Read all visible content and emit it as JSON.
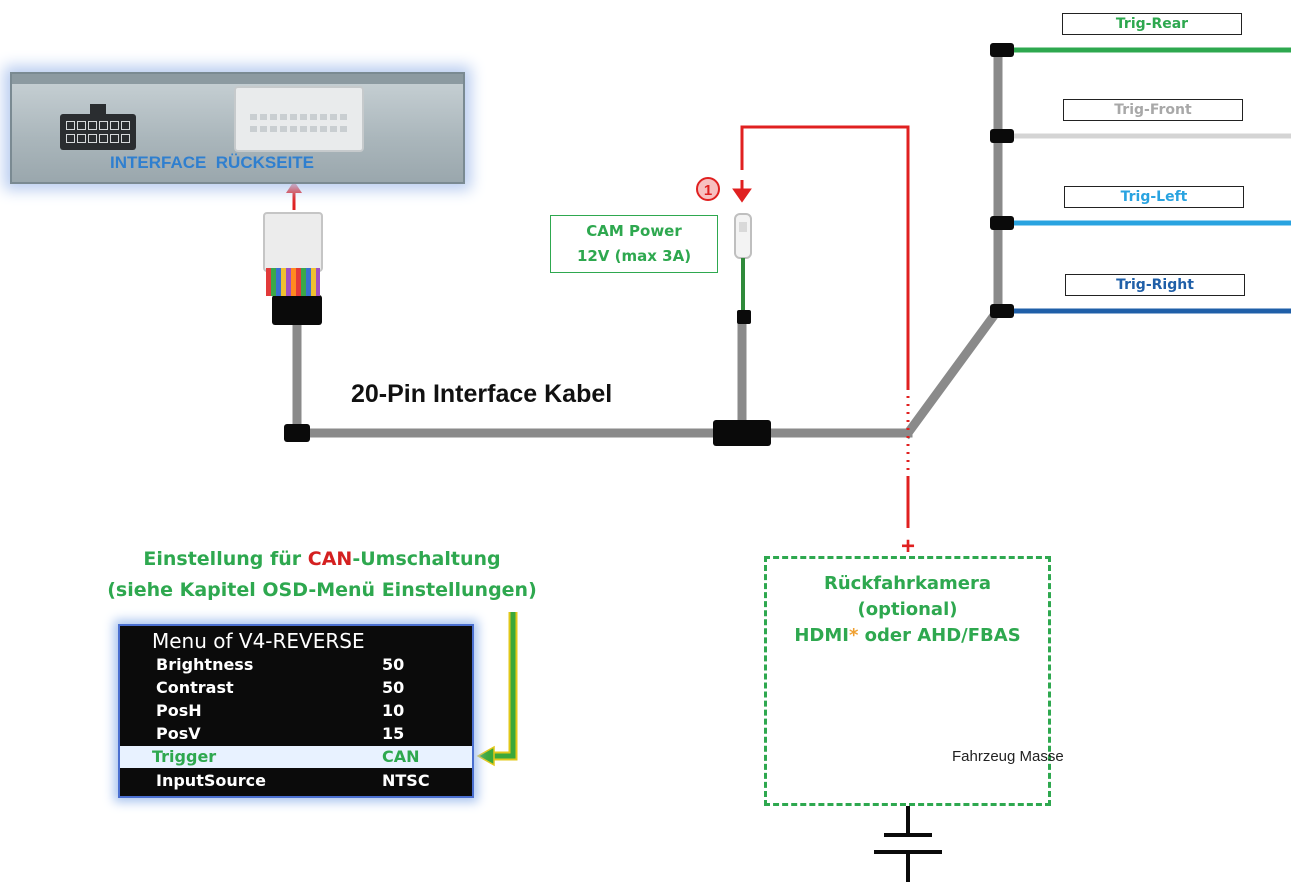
{
  "interface": {
    "label": "INTERFACE  RÜCKSEITE"
  },
  "cable": {
    "title": "20-Pin Interface Kabel"
  },
  "cam_power": {
    "marker": "1",
    "line1": "CAM Power",
    "line2": "12V (max 3A)"
  },
  "triggers": [
    {
      "label": "Trig-Rear",
      "color": "#2ea84f"
    },
    {
      "label": "Trig-Front",
      "color": "#a8a8a8"
    },
    {
      "label": "Trig-Left",
      "color": "#29a3e0"
    },
    {
      "label": "Trig-Right",
      "color": "#1f5fa8"
    }
  ],
  "can_setting": {
    "line1_prefix": "Einstellung für ",
    "line1_highlight": "CAN",
    "line1_suffix": "-Umschaltung",
    "line2": "(siehe Kapitel OSD-Menü Einstellungen)"
  },
  "osd_menu": {
    "title": "Menu of V4-REVERSE",
    "rows": [
      {
        "label": "Brightness",
        "value": "50"
      },
      {
        "label": "Contrast",
        "value": "50"
      },
      {
        "label": "PosH",
        "value": "10"
      },
      {
        "label": "PosV",
        "value": "15"
      },
      {
        "label": "Trigger",
        "value": "CAN"
      },
      {
        "label": "InputSource",
        "value": "NTSC"
      }
    ]
  },
  "camera": {
    "line1": "Rückfahrkamera",
    "line2": "(optional)",
    "line3_a": "HDMI",
    "line3_star": "*",
    "line3_b": " oder AHD/FBAS"
  },
  "plus_sign": "+",
  "ground": {
    "label": "Fahrzeug Masse"
  },
  "colors": {
    "cable_gray": "#8a8a8a",
    "power_red": "#e02020",
    "label_green": "#2ea84f",
    "interface_blue": "#2f7fcf"
  }
}
